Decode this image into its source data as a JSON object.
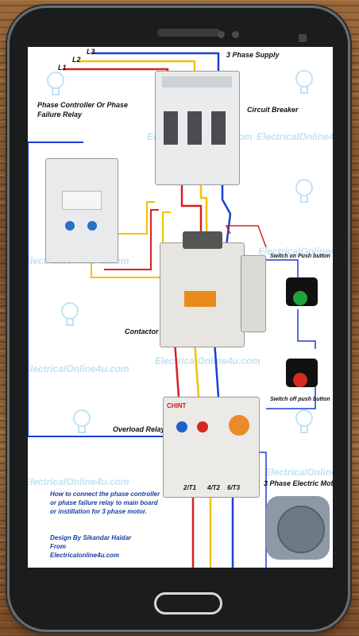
{
  "diagram": {
    "phase_labels": [
      "L1",
      "L2",
      "L3"
    ],
    "supply_label": "3 Phase Supply",
    "breaker_label": "Circuit Breaker",
    "phase_relay_label_1": "Phase Controller Or  Phase",
    "phase_relay_label_2": "Failure Relay",
    "contactor_label": "Contactor",
    "on_button_label": "Switch on Push button",
    "off_button_label": "Switch off push button",
    "overload_label": "Overload Relay",
    "motor_label": "3 Phase Electric Mot",
    "terminals": [
      "2/T1",
      "4/T2",
      "6/T3"
    ],
    "description": [
      "How to connect the phase controller",
      "or  phase failure relay to main board",
      "or instillation for 3 phase motor."
    ],
    "credit": [
      "Design By Sikandar Haidar",
      "From",
      "Electricalonline4u.com"
    ],
    "watermark": "ElectricalOnline4u.com",
    "brand": "CHINT",
    "wire_colors": {
      "red": "#d62020",
      "yellow": "#f2c200",
      "blue": "#1d3fd0"
    }
  }
}
